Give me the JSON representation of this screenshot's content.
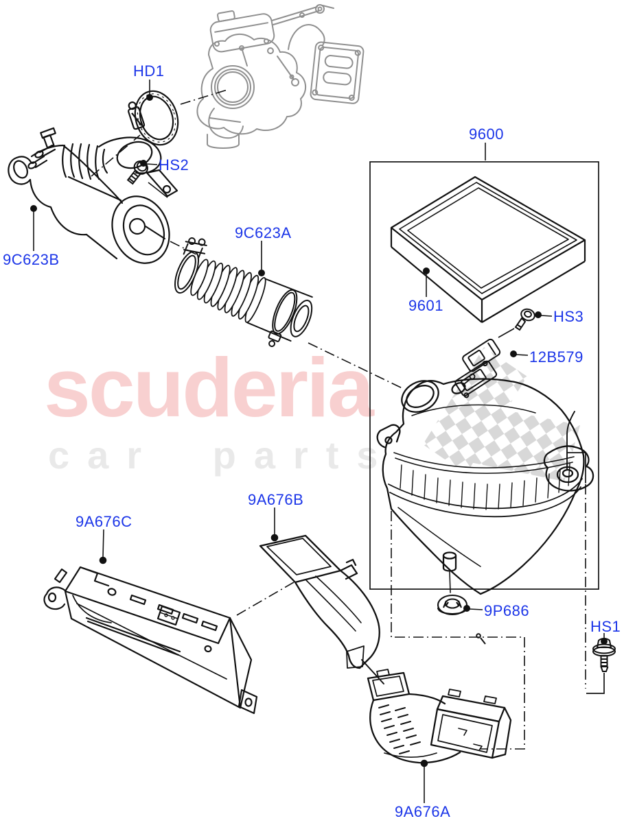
{
  "watermark": {
    "brand": "scuderia",
    "tagline": "car parts",
    "brand_color": "#f8d0d0",
    "tagline_color": "#e9e9e9",
    "flag_color": "#d8d8d8"
  },
  "diagram": {
    "label_color": "#1b35e8",
    "line_color": "#111111",
    "context_part_color": "#8f8f8f",
    "labels": {
      "hd1": "HD1",
      "hs1": "HS1",
      "hs2": "HS2",
      "hs3": "HS3",
      "p9600": "9600",
      "p9601": "9601",
      "p12b579": "12B579",
      "p9c623a": "9C623A",
      "p9c623b": "9C623B",
      "p9p686": "9P686",
      "p9a676a": "9A676A",
      "p9a676b": "9A676B",
      "p9a676c": "9A676C"
    }
  }
}
